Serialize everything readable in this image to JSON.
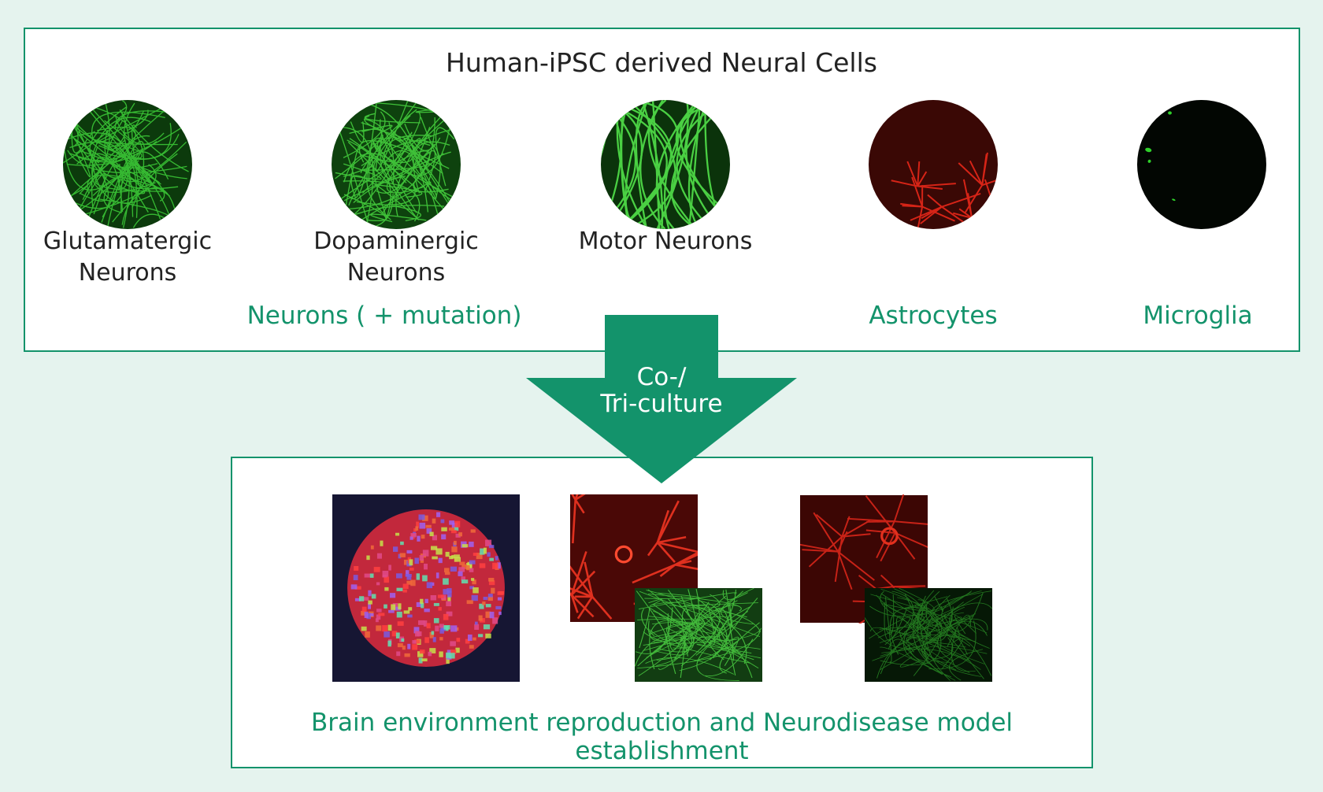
{
  "title": "Human-iPSC derived Neural Cells",
  "cells": [
    {
      "name_line1": "Glutamatergic",
      "name_line2": "Neurons"
    },
    {
      "name_line1": "Dopaminergic",
      "name_line2": "Neurons"
    },
    {
      "name_line1": "Motor Neurons",
      "name_line2": ""
    },
    {
      "name_line1": "",
      "name_line2": ""
    },
    {
      "name_line1": "",
      "name_line2": ""
    }
  ],
  "groups": {
    "neurons": "Neurons ( + mutation)",
    "astrocytes": "Astrocytes",
    "microglia": "Microglia"
  },
  "arrow": {
    "line1": "Co-/",
    "line2": "Tri-culture"
  },
  "caption": "Brain environment reproduction and Neurodisease model establishment",
  "colors": {
    "accent": "#13936b",
    "background": "#e5f3ee",
    "neuron_green": "#3fd13a",
    "astro_red": "#e8281a"
  }
}
